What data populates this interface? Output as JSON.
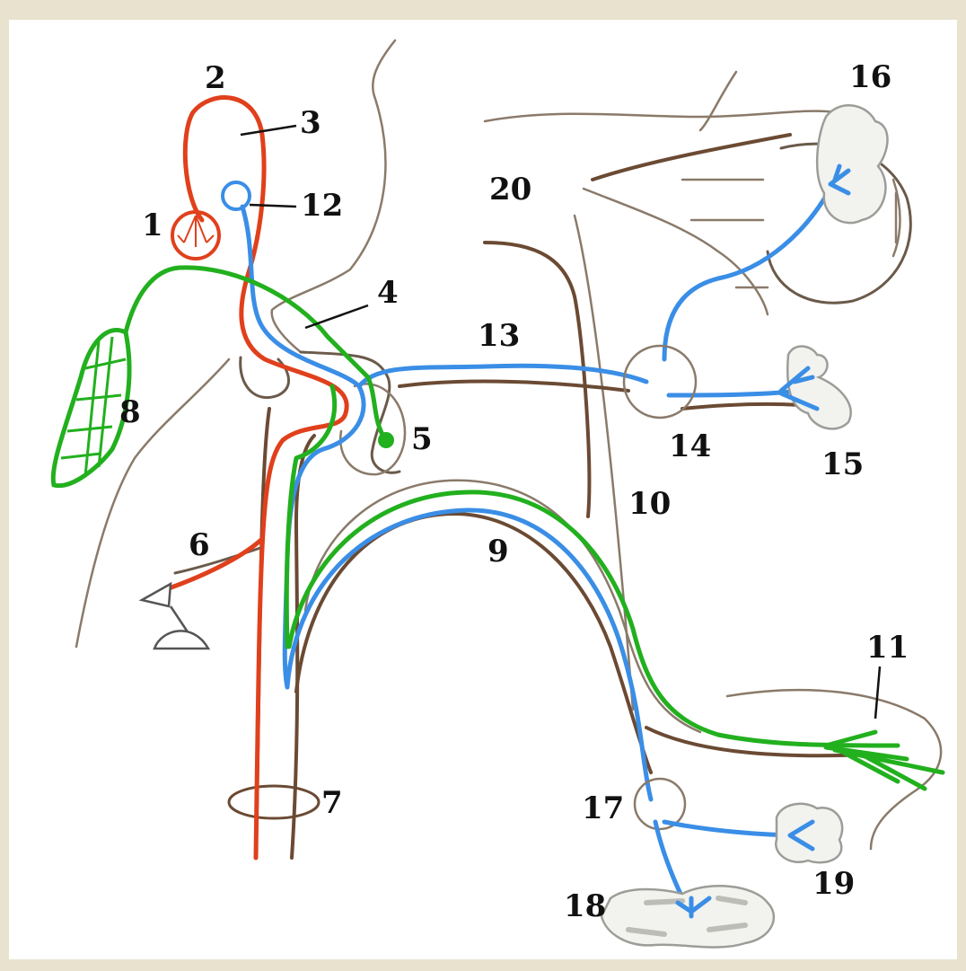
{
  "labels": {
    "l1": "1",
    "l2": "2",
    "l3": "3",
    "l4": "4",
    "l5": "5",
    "l6": "6",
    "l7": "7",
    "l8": "8",
    "l9": "9",
    "l10": "10",
    "l11": "11",
    "l12": "12",
    "l13": "13",
    "l14": "14",
    "l15": "15",
    "l16": "16",
    "l17": "17",
    "l18": "18",
    "l19": "19",
    "l20": "20"
  },
  "colors": {
    "background": "#e8e2cf",
    "frame": "#ffffff",
    "red_pathway": "#e0401c",
    "blue_pathway": "#3a8ee6",
    "green_pathway": "#22b01e",
    "outline": "#6b5a4a"
  }
}
